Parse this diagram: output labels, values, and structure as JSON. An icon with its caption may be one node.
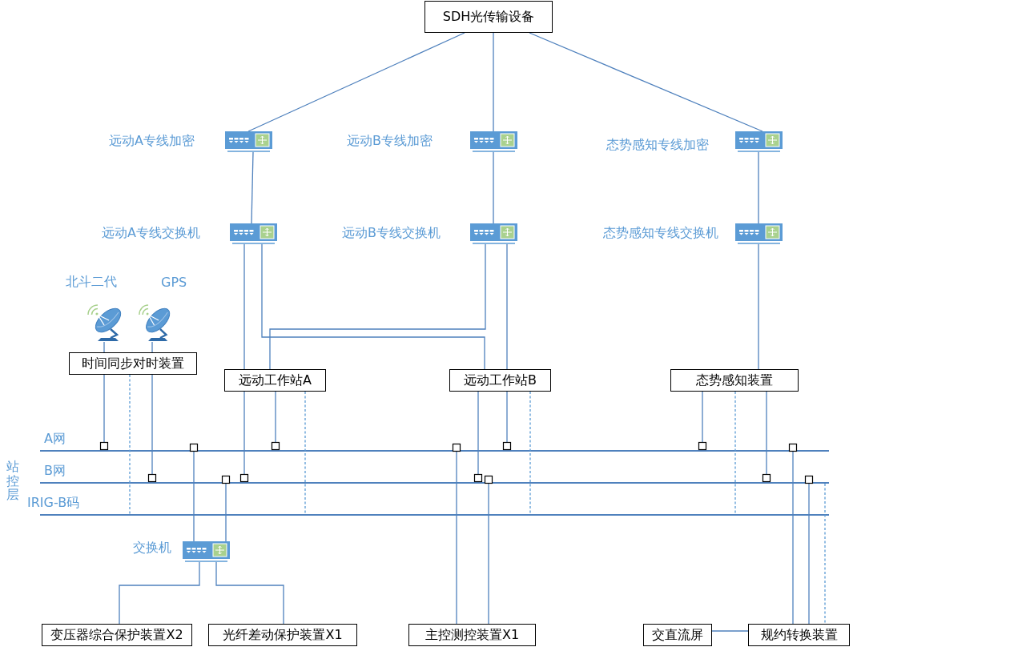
{
  "diagram": {
    "nodes": [
      {
        "text": [
          "SDH光传输设备"
        ]
      },
      {
        "text": [],
        "shape": "picture",
        "beside": [
          "远动A专线加密"
        ]
      },
      {
        "text": [],
        "shape": "picture",
        "beside": [
          "远动B专线加密"
        ]
      },
      {
        "text": [],
        "shape": "picture",
        "beside": [
          "态势感知专线加密"
        ]
      },
      {
        "text": [],
        "shape": "picture",
        "beside": [
          "远动A专线交换机"
        ]
      },
      {
        "text": [],
        "shape": "picture",
        "beside": [
          "远动B专线交换机"
        ]
      },
      {
        "text": [],
        "shape": "picture",
        "beside": [
          "态势感知专线交换机"
        ]
      },
      {
        "text": [],
        "shape": "picture",
        "beside": [
          "北斗二代"
        ]
      },
      {
        "text": [],
        "shape": "picture",
        "beside": [
          "GPS"
        ]
      },
      {
        "text": [
          "时间同步对时装置"
        ]
      },
      {
        "text": [
          "远动工作站A"
        ]
      },
      {
        "text": [
          "远动工作站B"
        ]
      },
      {
        "text": [
          "态势感知装置"
        ]
      },
      {
        "text": [],
        "shape": "bar",
        "beside": [
          "A网"
        ]
      },
      {
        "text": [],
        "shape": "bar",
        "beside": [
          "B网"
        ]
      },
      {
        "text": [],
        "shape": "bar",
        "beside": [
          "IRIG-B码"
        ]
      },
      {
        "text": [],
        "shape": "picture",
        "beside": [
          "交换机"
        ]
      },
      {
        "text": [
          "变压器综合保护装置X2"
        ]
      },
      {
        "text": [
          "光纤差动保护装置X1"
        ]
      },
      {
        "text": [
          "主控测控装置X1"
        ]
      },
      {
        "text": [
          "交直流屏"
        ]
      },
      {
        "text": [
          "规约转换装置"
        ]
      }
    ],
    "edges": [
      {
        "from": 0,
        "to": 1,
        "arrow": "none"
      },
      {
        "from": 0,
        "to": 2,
        "arrow": "none"
      },
      {
        "from": 0,
        "to": 3,
        "arrow": "none"
      },
      {
        "from": 1,
        "to": 4,
        "arrow": "none"
      },
      {
        "from": 2,
        "to": 5,
        "arrow": "none"
      },
      {
        "from": 3,
        "to": 6,
        "arrow": "none"
      },
      {
        "from": 4,
        "to": 10,
        "arrow": "none"
      },
      {
        "from": 4,
        "to": 11,
        "arrow": "none"
      },
      {
        "from": 5,
        "to": 10,
        "arrow": "none"
      },
      {
        "from": 5,
        "to": 11,
        "arrow": "none"
      },
      {
        "from": 6,
        "to": 12,
        "arrow": "none"
      },
      {
        "from": 7,
        "to": 9,
        "arrow": "none"
      },
      {
        "from": 8,
        "to": 9,
        "arrow": "none"
      },
      {
        "from": 9,
        "to": 13,
        "arrow": "other"
      },
      {
        "from": 9,
        "to": 14,
        "arrow": "other"
      },
      {
        "from": 9,
        "to": 15,
        "arrow": "none",
        "style": "dashed"
      },
      {
        "from": 16,
        "to": 13,
        "arrow": "other"
      },
      {
        "from": 16,
        "to": 14,
        "arrow": "other"
      },
      {
        "from": 10,
        "to": 14,
        "arrow": "other"
      },
      {
        "from": 10,
        "to": 13,
        "arrow": "other"
      },
      {
        "from": 10,
        "to": 15,
        "arrow": "none",
        "style": "dashed"
      },
      {
        "from": 19,
        "to": 13,
        "arrow": "other"
      },
      {
        "from": 11,
        "to": 14,
        "arrow": "other"
      },
      {
        "from": 19,
        "to": 14,
        "arrow": "other"
      },
      {
        "from": 11,
        "to": 13,
        "arrow": "other"
      },
      {
        "from": 11,
        "to": 15,
        "arrow": "none",
        "style": "dashed"
      },
      {
        "from": 12,
        "to": 13,
        "arrow": "other"
      },
      {
        "from": 12,
        "to": 15,
        "arrow": "none",
        "style": "dashed"
      },
      {
        "from": 12,
        "to": 14,
        "arrow": "other"
      },
      {
        "from": 21,
        "to": 13,
        "arrow": "other"
      },
      {
        "from": 21,
        "to": 14,
        "arrow": "other"
      },
      {
        "from": 14,
        "to": 21,
        "arrow": "none",
        "style": "dashed"
      },
      {
        "from": 16,
        "to": 17,
        "arrow": "none"
      },
      {
        "from": 16,
        "to": 18,
        "arrow": "none"
      },
      {
        "from": 20,
        "to": 21,
        "arrow": "none"
      }
    ],
    "labels": [
      "站控层"
    ]
  }
}
